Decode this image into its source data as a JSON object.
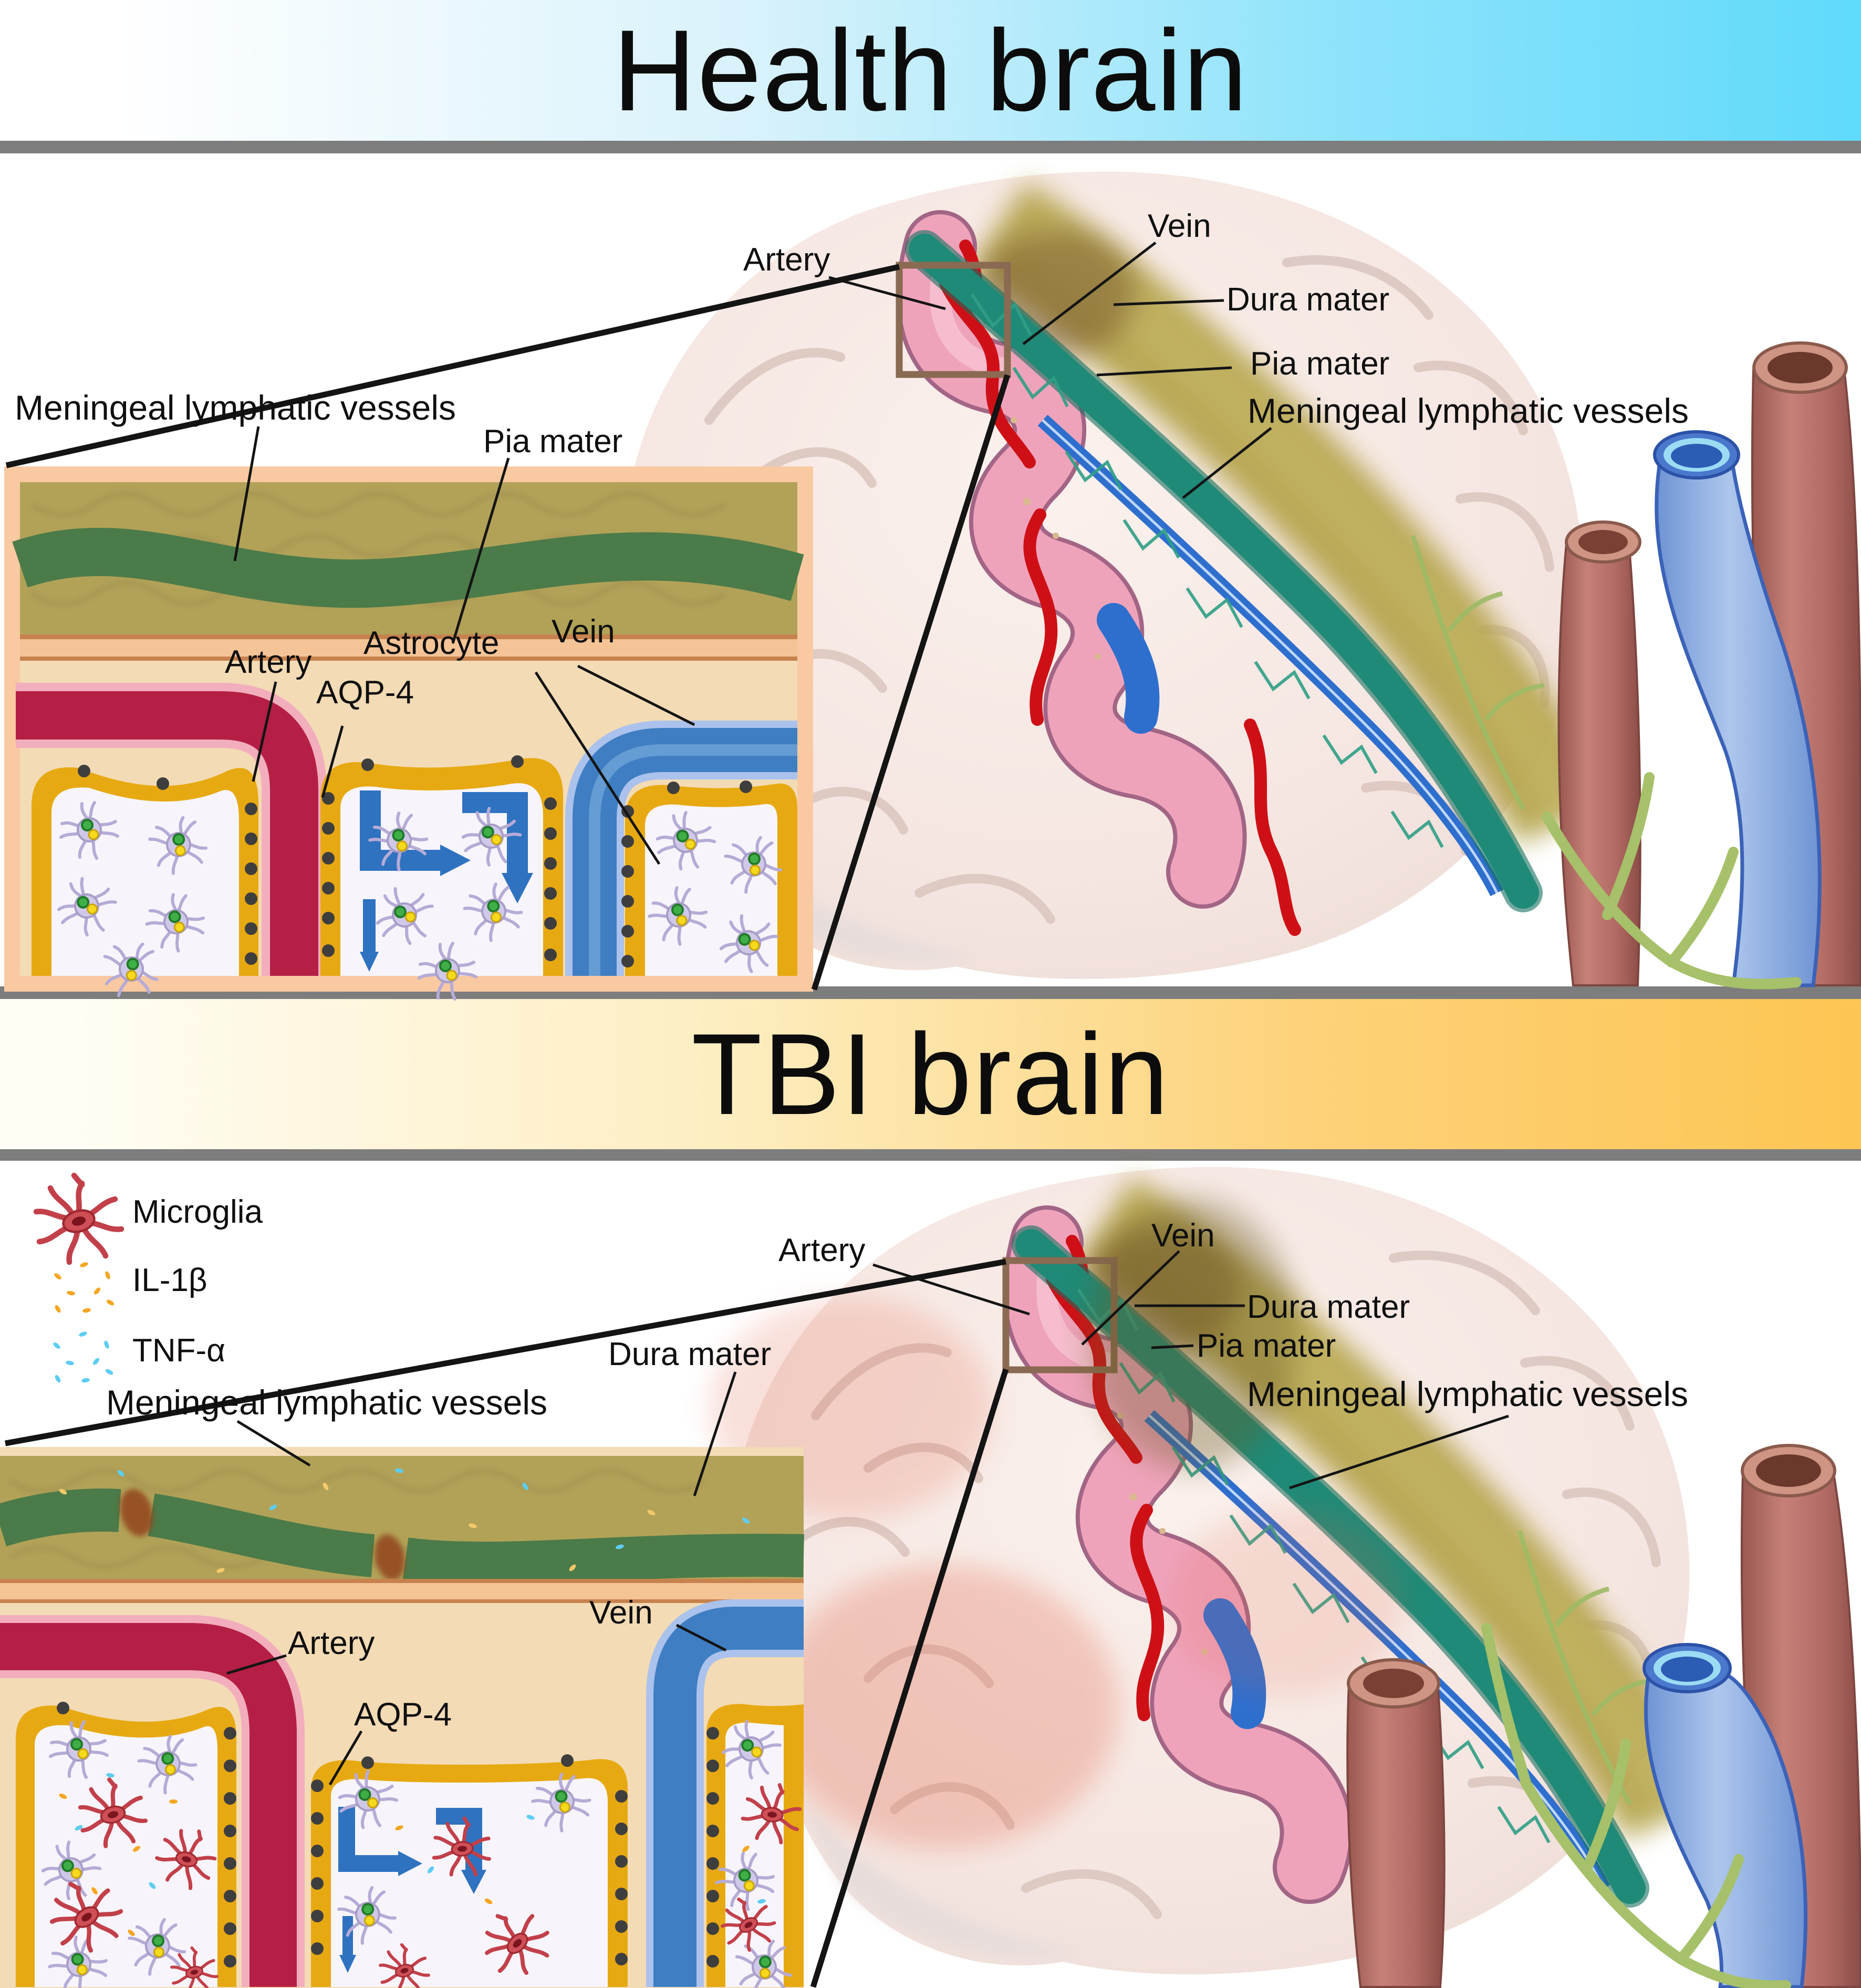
{
  "header": {
    "health_title": "Health brain",
    "tbi_title": "TBI brain"
  },
  "health": {
    "brain_labels": {
      "artery": "Artery",
      "vein": "Vein",
      "dura_mater": "Dura mater",
      "pia_mater": "Pia mater",
      "meningeal": "Meningeal lymphatic vessels"
    },
    "inset_labels": {
      "meningeal": "Meningeal lymphatic vessels",
      "pia_mater": "Pia mater",
      "artery": "Artery",
      "astrocyte": "Astrocyte",
      "vein": "Vein",
      "aqp4": "AQP-4"
    }
  },
  "tbi": {
    "legend": [
      {
        "id": "microglia-icon",
        "label": "Microglia"
      },
      {
        "id": "il1b-icon",
        "label": "IL-1β"
      },
      {
        "id": "tnfa-icon",
        "label": "TNF-α"
      }
    ],
    "brain_labels": {
      "artery": "Artery",
      "vein": "Vein",
      "dura_mater": "Dura mater",
      "pia_mater": "Pia mater",
      "meningeal": "Meningeal lymphatic vessels"
    },
    "inset_labels": {
      "meningeal": "Meningeal lymphatic vessels",
      "dura_mater": "Dura mater",
      "artery": "Artery",
      "vein": "Vein",
      "aqp4": "AQP-4"
    }
  },
  "colors": {
    "health_banner_end": "#5fdafb",
    "tbi_banner_end": "#fdc553",
    "divider_gray": "#7d7d7d",
    "dura_khaki": "#b2a258",
    "lymphatic_green": "#4b7b49",
    "meninges_teal": "#1f8a77",
    "pia_peach": "#f4c497",
    "artery_crimson": "#b51f45",
    "vein_blue": "#3f7ec2",
    "endfoot_yellow": "#e7a912",
    "aqp4_dot": "#3e3e3e",
    "astrocyte_body": "#cfc8e8",
    "microglia_red": "#c2404a",
    "il1b_orange": "#f5a623",
    "tnfa_cyan": "#5ecdf2",
    "tube_red": "#b26b64",
    "tube_blue": "#a9c2ea"
  }
}
